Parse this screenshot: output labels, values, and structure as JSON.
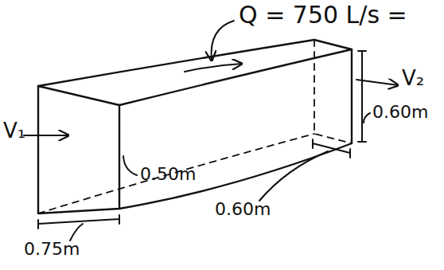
{
  "diagram": {
    "labels": [
      "Q = 750 L/s =",
      "V₁",
      "V₂",
      "0.60m",
      "0.50m",
      "0.60m",
      "0.75m"
    ]
  }
}
